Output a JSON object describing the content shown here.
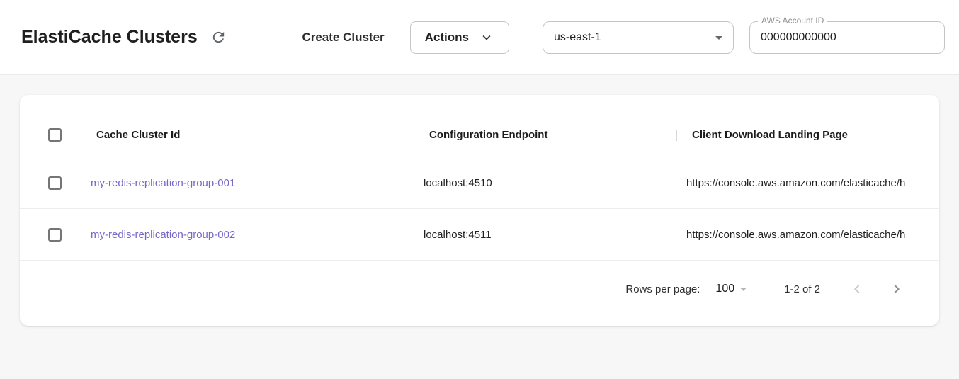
{
  "header": {
    "title": "ElastiCache Clusters",
    "create_cluster_label": "Create Cluster",
    "actions": {
      "label": "Actions"
    },
    "region": {
      "value": "us-east-1"
    },
    "account": {
      "label": "AWS Account ID",
      "value": "000000000000"
    }
  },
  "table": {
    "columns": [
      "Cache Cluster Id",
      "Configuration Endpoint",
      "Client Download Landing Page"
    ],
    "rows": [
      {
        "cache_cluster_id": "my-redis-replication-group-001",
        "configuration_endpoint": "localhost:4510",
        "client_download_landing_page": "https://console.aws.amazon.com/elasticache/h"
      },
      {
        "cache_cluster_id": "my-redis-replication-group-002",
        "configuration_endpoint": "localhost:4511",
        "client_download_landing_page": "https://console.aws.amazon.com/elasticache/h"
      }
    ]
  },
  "pagination": {
    "rows_per_page_label": "Rows per page:",
    "rows_per_page_value": "100",
    "range_label": "1-2 of 2"
  },
  "icons": {
    "refresh": "refresh-icon",
    "actions_chevron": "chevron-down-icon",
    "select_arrow": "dropdown-arrow-icon",
    "page_prev": "chevron-left-icon",
    "page_next": "chevron-right-icon"
  },
  "colors": {
    "link": "#7568c8",
    "page_bg": "#f7f7f8",
    "header_bg": "#ffffff"
  }
}
